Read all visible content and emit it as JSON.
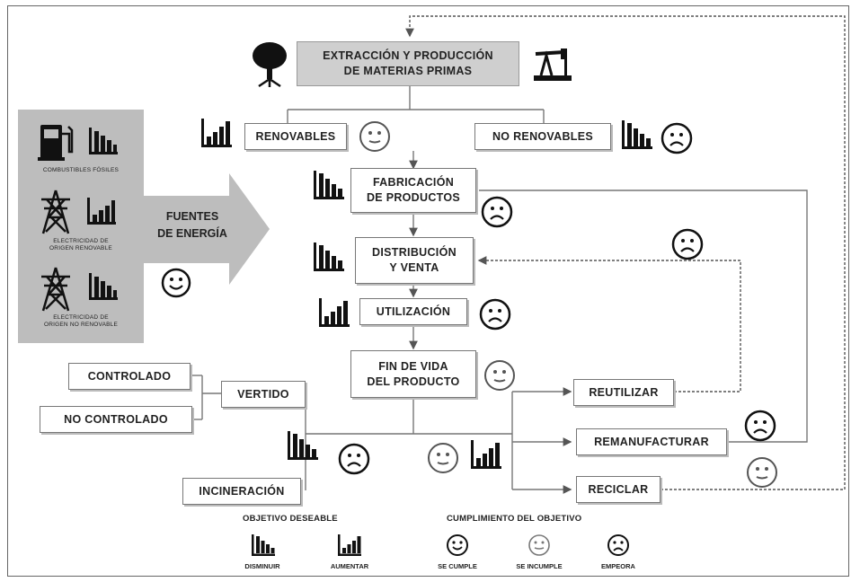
{
  "boxes": {
    "raw_materials": "EXTRACCIÓN Y PRODUCCIÓN\nDE MATERIAS PRIMAS",
    "renewables": "RENOVABLES",
    "non_renewables": "NO RENOVABLES",
    "manufacturing": "FABRICACIÓN\nDE PRODUCTOS",
    "distribution": "DISTRIBUCIÓN\nY VENTA",
    "use": "UTILIZACIÓN",
    "end_of_life": "FIN DE VIDA\nDEL PRODUCTO",
    "controlled": "CONTROLADO",
    "uncontrolled": "NO CONTROLADO",
    "landfill": "VERTIDO",
    "incineration": "INCINERACIÓN",
    "reuse": "REUTILIZAR",
    "remanufacture": "REMANUFACTURAR",
    "recycle": "RECICLAR"
  },
  "energy": {
    "arrow_label": "FUENTES\nDE ENERGÍA",
    "fossil_fuels": "COMBUSTIBLES FÓSILES",
    "renewable_electricity": "ELECTRICIDAD DE\nORIGEN RENOVABLE",
    "nonrenewable_electricity": "ELECTRICIDAD DE\nORIGEN NO RENOVABLE"
  },
  "legend": {
    "goal_title": "OBJETIVO DESEABLE",
    "decrease": "DISMINUIR",
    "increase": "AUMENTAR",
    "compliance_title": "CUMPLIMIENTO DEL OBJETIVO",
    "met": "SE CUMPLE",
    "not_met": "SE INCUMPLE",
    "worsens": "EMPEORA"
  },
  "colors": {
    "panel": "#bdbdbd",
    "box_border": "#777777",
    "ink": "#222222"
  }
}
